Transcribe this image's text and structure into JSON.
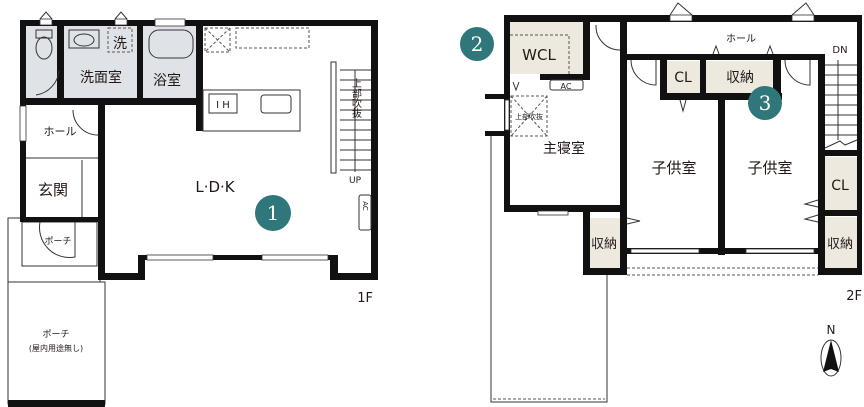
{
  "floor1": {
    "label": "1F",
    "rooms": {
      "toilet_wash": "洗",
      "washroom": "洗面室",
      "bathroom": "浴室",
      "hall": "ホール",
      "entrance": "玄関",
      "porch_small": "ポーチ",
      "porch_large": "ポーチ",
      "porch_note": "(屋内用途無し)",
      "ldk": "L·D·K",
      "ih": "I H",
      "void": "上部吹抜",
      "stairs_up": "UP",
      "ac": "AC"
    },
    "badge": "1"
  },
  "floor2": {
    "label": "2F",
    "rooms": {
      "wcl": "WCL",
      "ac": "AC",
      "void": "上部吹抜",
      "master": "主寝室",
      "hall": "ホール",
      "stairs_dn": "DN",
      "cl1": "CL",
      "storage_top": "収納",
      "child1": "子供室",
      "child2": "子供室",
      "cl2": "CL",
      "storage_left": "収納",
      "storage_right": "収納"
    },
    "badges": [
      "2",
      "3"
    ]
  },
  "compass": {
    "label": "N"
  },
  "colors": {
    "badge": "#2f777b",
    "wet_area": "#dfe3e8",
    "storage": "#ede9df",
    "wall": "#111111"
  }
}
